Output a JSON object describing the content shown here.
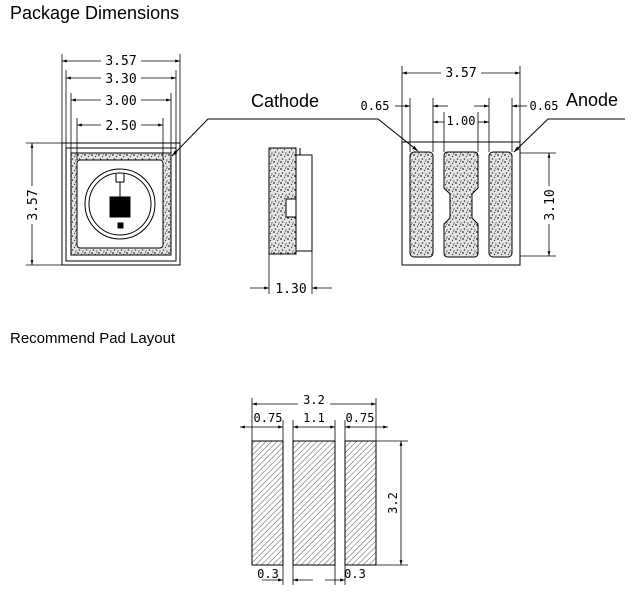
{
  "headings": {
    "package": "Package Dimensions",
    "pad": "Recommend Pad Layout"
  },
  "top_view": {
    "width_outer": "3.57",
    "width_330": "3.30",
    "width_300": "3.00",
    "width_250": "2.50",
    "height": "3.57"
  },
  "side_view": {
    "thickness": "1.30"
  },
  "bottom_view": {
    "width": "3.57",
    "pad_left": "0.65",
    "pad_center": "1.00",
    "pad_right": "0.65",
    "height": "3.10",
    "label_cathode": "Cathode",
    "label_anode": "Anode"
  },
  "pad_layout": {
    "total_width": "3.2",
    "left_pad": "0.75",
    "center_pad": "1.1",
    "right_pad": "0.75",
    "height": "3.2",
    "gap_left": "0.3",
    "gap_right": "0.3"
  },
  "colors": {
    "line": "#000000",
    "stipple_bg": "#e6e6e6",
    "hatch": "#555555"
  }
}
